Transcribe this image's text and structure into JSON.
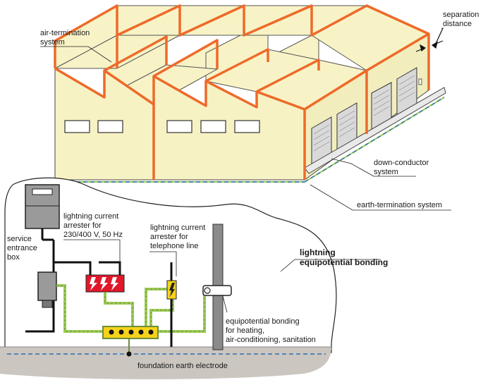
{
  "labels": {
    "air_termination": [
      "air-termination",
      "system"
    ],
    "separation_distance": [
      "separation",
      "distance"
    ],
    "down_conductor": [
      "down-conductor",
      "system"
    ],
    "earth_termination": "earth-termination system",
    "service_entrance": [
      "service",
      "entrance",
      "box"
    ],
    "arrester_power": [
      "lightning current",
      "arrester for",
      "230/400 V, 50 Hz"
    ],
    "arrester_telephone": [
      "lightning current",
      "arrester for",
      "telephone line"
    ],
    "equipotential_bonding_title": [
      "lightning",
      "equipotential bonding"
    ],
    "equipotential_heating": [
      "equipotential bonding",
      "for heating,",
      "air-conditioning, sanitation"
    ],
    "foundation_electrode": "foundation earth electrode"
  },
  "colors": {
    "wall_fill": "#f7f2c4",
    "roof_fill": "#f8f3c6",
    "conductor": "#ee6a2a",
    "bonding_green": "#9ccc55",
    "earth_blue": "#2f6fb5",
    "ground": "#cbc6c0",
    "arrester_red": "#e2172a",
    "arrester_yellow": "#f6d21a",
    "meter_gray": "#9a9a9a"
  },
  "icons": {
    "power_arrester": "lightning-bolt-triple-icon",
    "telephone_arrester": "lightning-bolt-icon",
    "pipe_clamp": "pipe-clamp-icon"
  }
}
